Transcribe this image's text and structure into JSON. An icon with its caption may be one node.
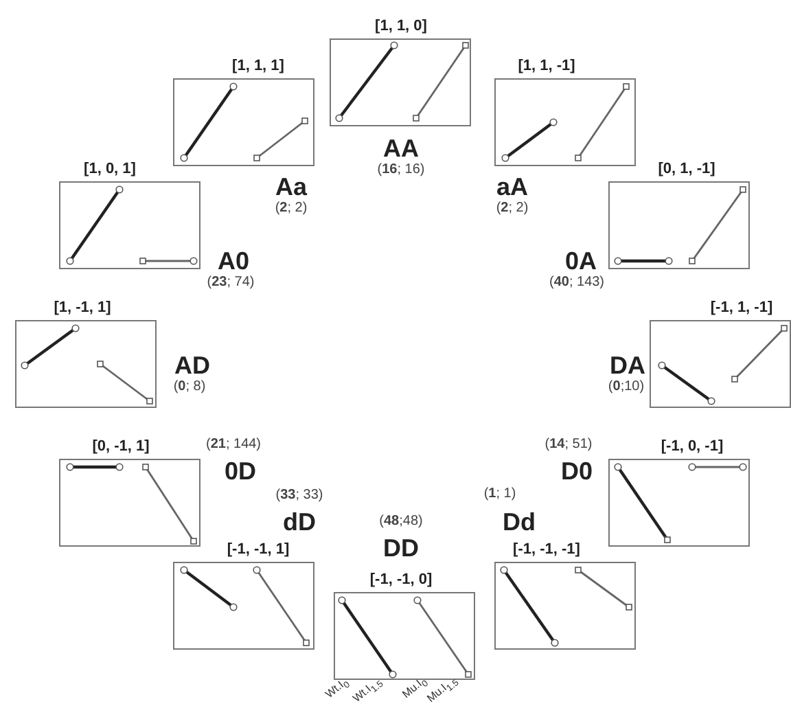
{
  "diagram": {
    "nodes": [
      {
        "text": [
          "[1, 1, 0]"
        ],
        "beside": [
          "AA",
          "(**16**; 16)"
        ]
      },
      {
        "text": [
          "[1, 1, 1]"
        ],
        "beside": [
          "Aa",
          "(**2**; 2)"
        ]
      },
      {
        "text": [
          "[1, 1, -1]"
        ],
        "beside": [
          "aA",
          "(**2**; 2)"
        ]
      },
      {
        "text": [
          "[1, 0, 1]"
        ],
        "beside": [
          "A0",
          "(**23**; 74)"
        ]
      },
      {
        "text": [
          "[0, 1, -1]"
        ],
        "beside": [
          "0A",
          "(**40**; 143)"
        ]
      },
      {
        "text": [
          "[1, -1, 1]"
        ],
        "beside": [
          "AD",
          "(**0**; 8)"
        ]
      },
      {
        "text": [
          "[-1, 1, -1]"
        ],
        "beside": [
          "DA",
          "(**0**;10)"
        ]
      },
      {
        "text": [
          "[0, -1, 1]"
        ],
        "beside": [
          "0D",
          "(**21**; 144)"
        ]
      },
      {
        "text": [
          "[-1, 0, -1]"
        ],
        "beside": [
          "D0",
          "(**14**; 51)"
        ]
      },
      {
        "text": [
          "[-1, -1, 1]"
        ],
        "beside": [
          "dD",
          "(**33**; 33)"
        ]
      },
      {
        "text": [
          "[-1, -1, -1]"
        ],
        "beside": [
          "Dd",
          "(**1**; 1)"
        ]
      },
      {
        "text": [
          "[-1, -1, 0]"
        ],
        "beside": [
          "DD",
          "(**48**;48)"
        ]
      }
    ],
    "labels": [
      "Wt.I$_{0}$",
      "Wt.I$_{1.5}$",
      "Mu.I$_{0}$",
      "Mu.I$_{1.5}$"
    ]
  }
}
